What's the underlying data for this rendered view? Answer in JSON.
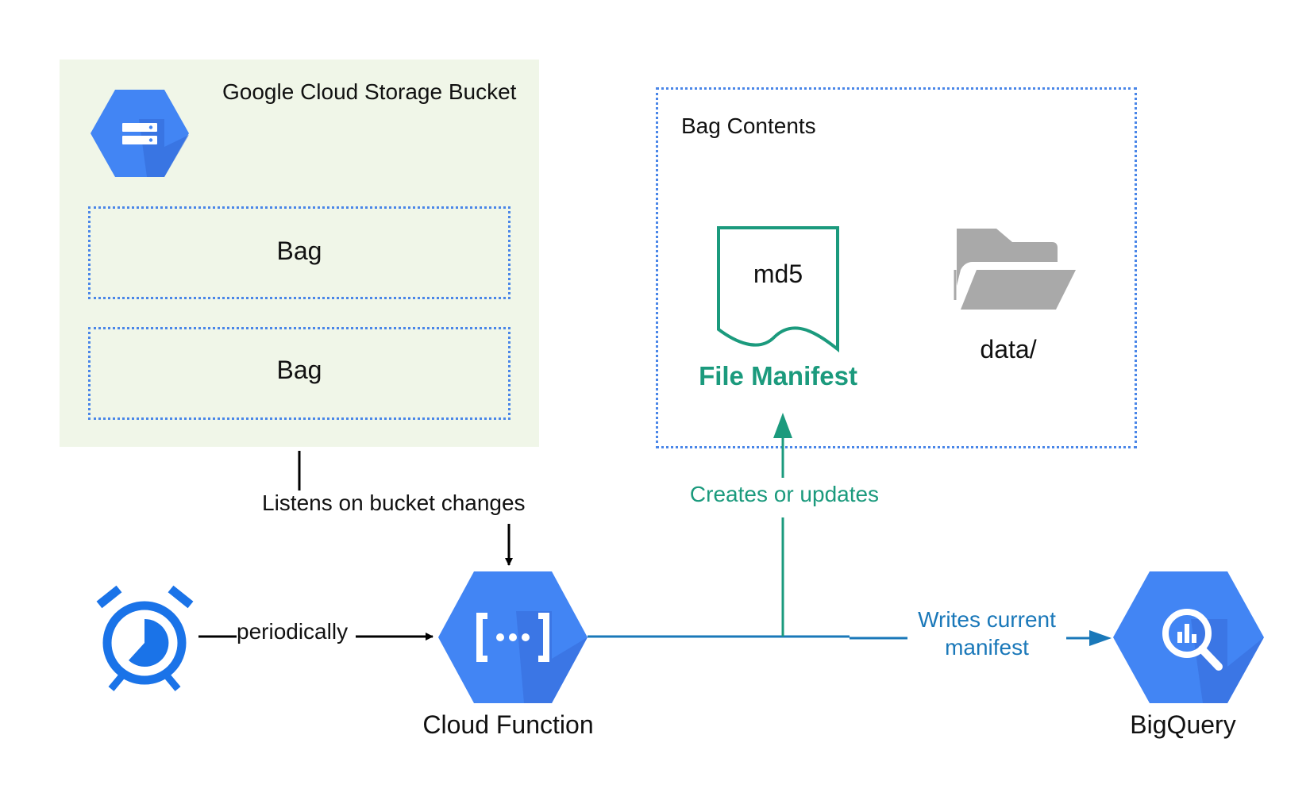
{
  "bucket": {
    "title": "Google Cloud Storage Bucket",
    "bags": [
      "Bag",
      "Bag"
    ]
  },
  "bag_contents": {
    "title": "Bag Contents",
    "manifest_file_text": "md5",
    "manifest_label": "File Manifest",
    "data_folder_label": "data/"
  },
  "edges": {
    "listens": "Listens on bucket changes",
    "periodically": "periodically",
    "creates": "Creates or updates",
    "writes_line1": "Writes current",
    "writes_line2": "manifest"
  },
  "nodes": {
    "cloud_function": "Cloud Function",
    "bigquery": "BigQuery"
  },
  "colors": {
    "google_blue": "#4285f4",
    "bucket_bg": "#f0f6e8",
    "manifest_green": "#1b9a7d",
    "writes_blue": "#1a78b9",
    "folder_gray": "#a9a9a9"
  }
}
